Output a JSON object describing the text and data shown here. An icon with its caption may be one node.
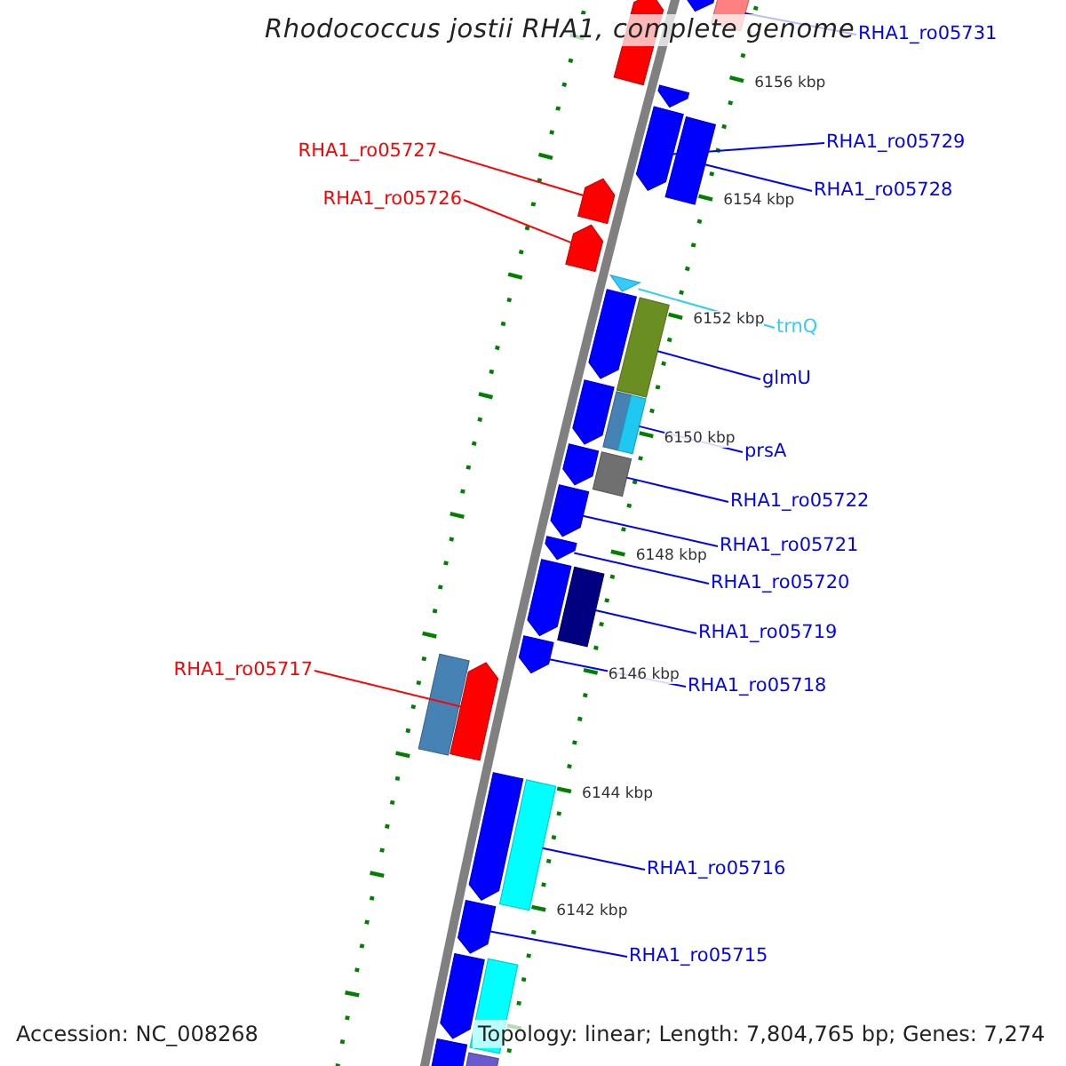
{
  "diagram": {
    "title": "Rhodococcus jostii RHA1, complete genome",
    "nodes": [
      {
        "text": [
          "RHA1_ro05731"
        ]
      },
      {
        "text": [
          "RHA1_ro05729"
        ]
      },
      {
        "text": [
          "RHA1_ro05728"
        ]
      },
      {
        "text": [
          "RHA1_ro05727"
        ]
      },
      {
        "text": [
          "RHA1_ro05726"
        ]
      },
      {
        "text": [
          "trnQ"
        ]
      },
      {
        "text": [
          "glmU"
        ]
      },
      {
        "text": [
          "prsA"
        ]
      },
      {
        "text": [
          "RHA1_ro05722"
        ]
      },
      {
        "text": [
          "RHA1_ro05721"
        ]
      },
      {
        "text": [
          "RHA1_ro05720"
        ]
      },
      {
        "text": [
          "RHA1_ro05719"
        ]
      },
      {
        "text": [
          "RHA1_ro05718"
        ]
      },
      {
        "text": [
          "RHA1_ro05717"
        ]
      },
      {
        "text": [
          "RHA1_ro05716"
        ]
      },
      {
        "text": [
          "RHA1_ro05715"
        ]
      },
      {
        "text": [],
        "shape": "bar"
      },
      {
        "text": [],
        "shape": "bar"
      },
      {
        "text": [],
        "shape": "bar"
      },
      {
        "text": [],
        "shape": "bar"
      },
      {
        "text": [],
        "shape": "bar"
      },
      {
        "text": [],
        "shape": "bar"
      },
      {
        "text": [],
        "shape": "bar"
      },
      {
        "text": [],
        "shape": "bar"
      },
      {
        "text": [],
        "shape": "bar"
      },
      {
        "text": [],
        "shape": "bar"
      },
      {
        "text": [],
        "shape": "bar"
      },
      {
        "text": [],
        "shape": "bar"
      },
      {
        "text": [],
        "shape": "bar"
      },
      {
        "text": [],
        "shape": "bar"
      },
      {
        "text": [],
        "shape": "bar"
      },
      {
        "text": [],
        "shape": "bar"
      },
      {
        "text": [],
        "shape": "bar"
      },
      {
        "text": [],
        "shape": "bar"
      },
      {
        "text": [],
        "shape": "bar"
      },
      {
        "text": [],
        "shape": "bar"
      },
      {
        "text": [],
        "shape": "bar"
      },
      {
        "text": [],
        "shape": "bar"
      },
      {
        "text": [],
        "shape": "bar"
      },
      {
        "text": [],
        "shape": "bar"
      },
      {
        "text": [],
        "shape": "bar"
      },
      {
        "text": [],
        "shape": "bar"
      },
      {
        "text": [],
        "shape": "bar"
      },
      {
        "text": [],
        "shape": "bar"
      },
      {
        "text": [],
        "shape": "bar"
      }
    ],
    "edges": [
      {
        "from": 0,
        "to": 16,
        "arrow": "none"
      },
      {
        "from": 1,
        "to": 20,
        "arrow": "none"
      },
      {
        "from": 2,
        "to": 21,
        "arrow": "none"
      },
      {
        "from": 3,
        "to": 22,
        "arrow": "none",
        "color": "#ff0000"
      },
      {
        "from": 4,
        "to": 23,
        "arrow": "none",
        "color": "#ff0000"
      },
      {
        "from": 5,
        "to": 24,
        "arrow": "none",
        "color": "#33ccff"
      },
      {
        "from": 6,
        "to": 26,
        "arrow": "none"
      },
      {
        "from": 7,
        "to": 28,
        "arrow": "none"
      },
      {
        "from": 8,
        "to": 30,
        "arrow": "none"
      },
      {
        "from": 9,
        "to": 31,
        "arrow": "none"
      },
      {
        "from": 10,
        "to": 32,
        "arrow": "none"
      },
      {
        "from": 11,
        "to": 34,
        "arrow": "none"
      },
      {
        "from": 12,
        "to": 35,
        "arrow": "none"
      },
      {
        "from": 13,
        "to": 37,
        "arrow": "none",
        "color": "#ff0000"
      },
      {
        "from": 14,
        "to": 39,
        "arrow": "none"
      },
      {
        "from": 15,
        "to": 40,
        "arrow": "none"
      }
    ],
    "labels": [
      "6156 kbp",
      "6154 kbp",
      "6152 kbp",
      "6150 kbp",
      "6148 kbp",
      "6146 kbp",
      "6144 kbp",
      "6142 kbp",
      "Accession: NC_008268",
      "Topology: linear; Length: 7,804,765 bp; Genes: 7,274"
    ]
  }
}
